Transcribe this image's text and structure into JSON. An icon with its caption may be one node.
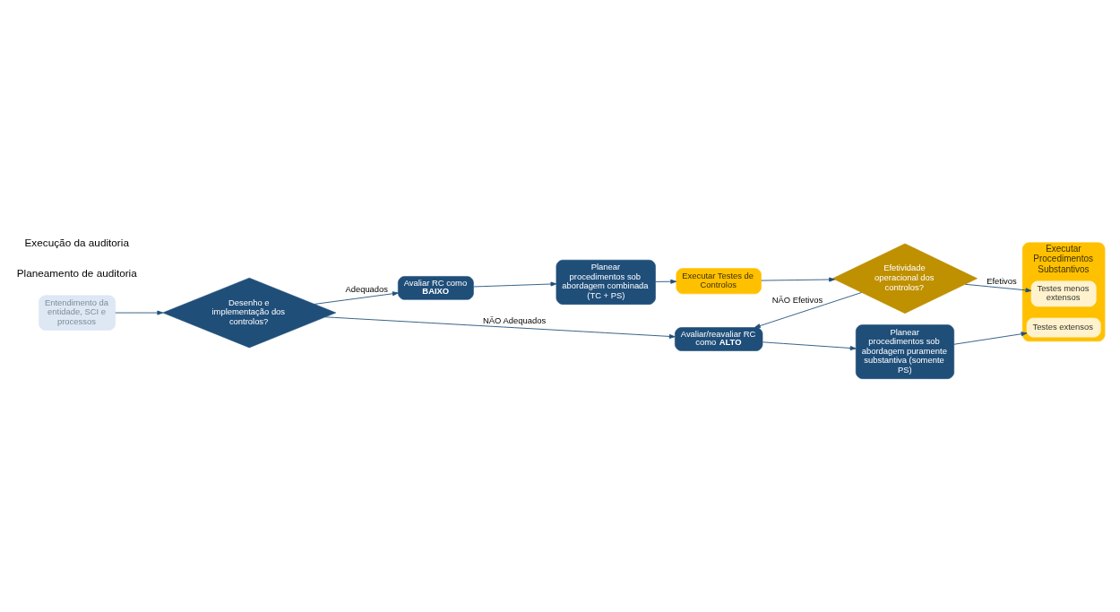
{
  "diagram": {
    "nodes": [
      {
        "text": [
          "Entendimento da entidade, SCI e processos"
        ]
      },
      {
        "text": [
          "Desenho e implementação dos controlos?"
        ]
      },
      {
        "text": [
          "Avaliar RC como **BAIXO**"
        ]
      },
      {
        "text": [
          "Planear procedimentos sob abordagem combinada (TC + PS)"
        ]
      },
      {
        "text": [
          "Executar Testes de Controlos"
        ]
      },
      {
        "text": [
          "Efetividade operacional dos controlos?"
        ]
      },
      {
        "text": [
          "Executar Procedimentos Substantivos"
        ]
      },
      {
        "text": [
          "Testes menos extensos"
        ],
        "in": 6
      },
      {
        "text": [
          "Avaliar/reavaliar RC como **ALTO**"
        ]
      },
      {
        "text": [
          "Planear procedimentos sob abordagem puramente substantiva (somente PS)"
        ]
      },
      {
        "text": [
          "Testes extensos"
        ],
        "in": 6
      }
    ],
    "edges": [
      {
        "from": 0,
        "to": 1,
        "arrow": "to"
      },
      {
        "from": 1,
        "to": 2,
        "arrow": "to",
        "label": "Adequados"
      },
      {
        "from": 2,
        "to": 3,
        "arrow": "to"
      },
      {
        "from": 3,
        "to": 4,
        "arrow": "to"
      },
      {
        "from": 4,
        "to": 5,
        "arrow": "to"
      },
      {
        "from": 5,
        "to": 7,
        "arrow": "to",
        "label": "Efetivos"
      },
      {
        "from": 1,
        "to": 8,
        "arrow": "to",
        "label": "NÃO Adequados"
      },
      {
        "from": 5,
        "to": 8,
        "arrow": "to",
        "label": "NÃO Efetivos"
      },
      {
        "from": 8,
        "to": 9,
        "arrow": "to"
      },
      {
        "from": 9,
        "to": 10,
        "arrow": "to"
      }
    ],
    "labels": [
      "Planeamento de auditoria",
      "Execução da auditoria"
    ]
  }
}
